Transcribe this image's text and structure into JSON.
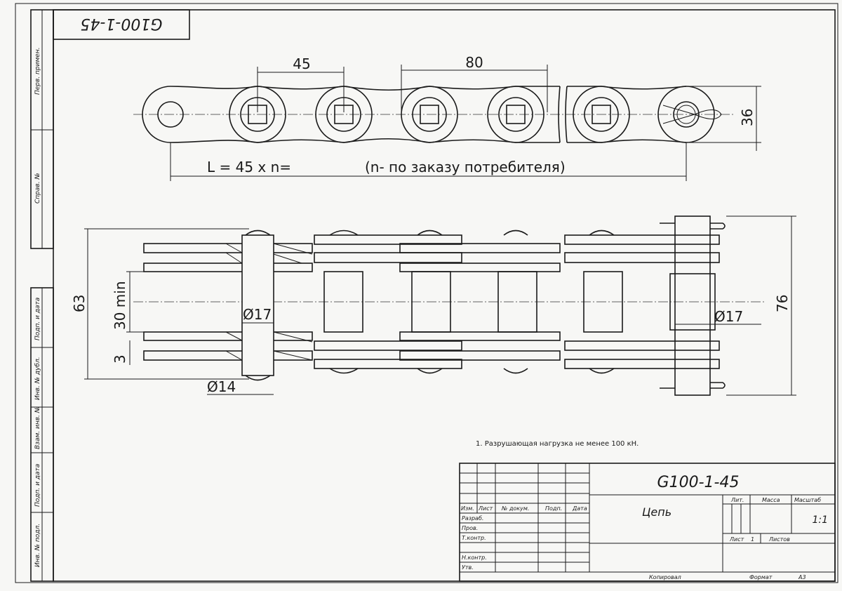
{
  "stamp": {
    "designation_mirrored": "G100-1-45"
  },
  "side_strip": [
    "Перв. примен.",
    "Справ. №",
    "Подп. и дата",
    "Инв. № дубл.",
    "Взам. инв. №",
    "Подп. и дата",
    "Инв. № подл."
  ],
  "top_view": {
    "dim_pitch": "45",
    "dim_span": "80",
    "dim_height": "36",
    "length_formula": "L = 45 x n=",
    "length_note": "(n- по  заказу потребителя)"
  },
  "side_view": {
    "dim_overall": "63",
    "dim_inner": "30 min",
    "dim_plate": "3",
    "dim_roller": "Ø17",
    "dim_pin": "Ø14",
    "dim_pin_right": "Ø17",
    "dim_total": "76"
  },
  "note": "1. Разрушающая нагрузка не менее 100 кН.",
  "title_block": {
    "designation": "G100-1-45",
    "name": "Цепь",
    "headers": [
      "Изм.",
      "Лист",
      "№ докум.",
      "Подп.",
      "Дата"
    ],
    "roles": [
      "Разраб.",
      "Пров.",
      "Т.контр.",
      "",
      "Н.контр.",
      "Утв."
    ],
    "lit_label": "Лит.",
    "mass_label": "Масса",
    "scale_label": "Масштаб",
    "scale_value": "1:1",
    "sheet_label": "Лист",
    "sheet_value": "1",
    "sheets_label": "Листов",
    "copied_label": "Копировал",
    "format_label": "Формат",
    "format_value": "А3"
  }
}
